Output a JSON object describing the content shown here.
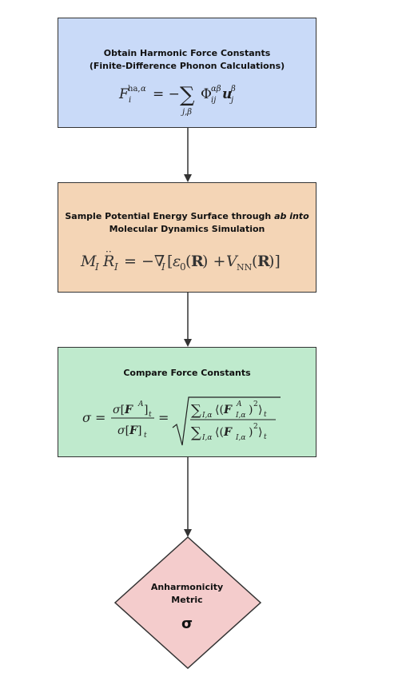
{
  "steps": [
    {
      "title_line1": "Obtain Harmonic Force Constants",
      "title_line2": "(Finite-Difference Phonon Calculations)",
      "equation_latex": "F_i^{\\mathrm{ha},\\alpha} = -\\sum_{j,\\beta} \\Phi_{ij}^{\\alpha\\beta} u_j^{\\beta}",
      "color": "#c9daf8"
    },
    {
      "title_line1_prefix": "Sample Potential Energy Surface through ",
      "title_line1_italic": "ab into",
      "title_line2": "Molecular Dynamics Simulation",
      "equation_latex": "M_I \\ddot{R}_I = -\\nabla_I[\\varepsilon_0(\\mathbf{R}) + V_{\\mathrm{NN}}(\\mathbf{R})]",
      "color": "#f4d5b6"
    },
    {
      "title_line1": "Compare Force Constants",
      "equation_latex": "\\sigma = \\frac{\\sigma[F^A]_t}{\\sigma[F]_t} = \\sqrt{\\frac{\\sum_{I,\\alpha}\\langle (F_{I,\\alpha}^A)^2\\rangle_t}{\\sum_{I,\\alpha}\\langle (F_{I,\\alpha})^2\\rangle_t}}",
      "color": "#bfeacd"
    }
  ],
  "result": {
    "label_line1": "Anharmonicity",
    "label_line2": "Metric",
    "symbol": "σ",
    "color": "#f4cccc"
  }
}
